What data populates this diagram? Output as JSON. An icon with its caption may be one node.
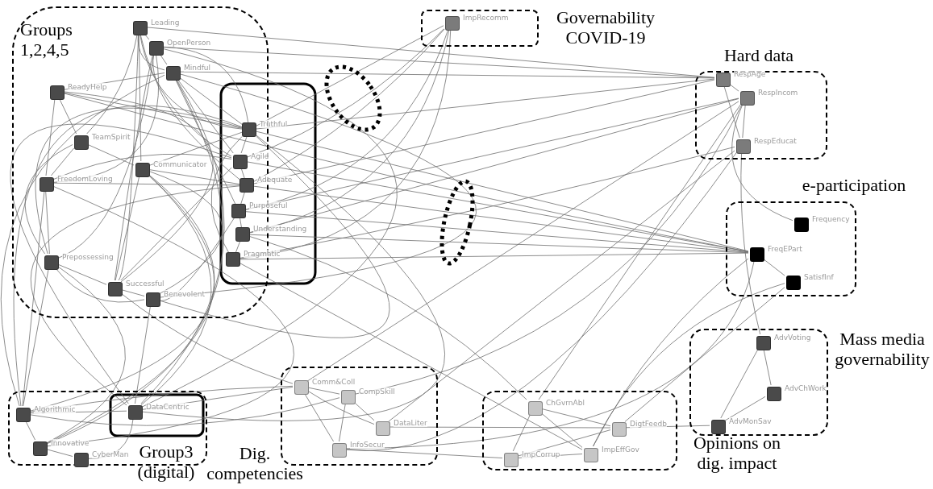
{
  "diagram": {
    "nodes": [
      {
        "text": [
          "Groups 1,2,4,5"
        ]
      },
      {
        "text": [
          "Leading"
        ],
        "in": 0
      },
      {
        "text": [
          "OpenPerson"
        ],
        "in": 0
      },
      {
        "text": [
          "Mindful"
        ],
        "in": 0
      },
      {
        "text": [
          "ReadyHelp"
        ],
        "in": 0
      },
      {
        "text": [
          "TeamSpirit"
        ],
        "in": 0
      },
      {
        "text": [
          "Communicator"
        ],
        "in": 0
      },
      {
        "text": [
          "FreedomLoving"
        ],
        "in": 0
      },
      {
        "text": [
          "Prepossessing"
        ],
        "in": 0
      },
      {
        "text": [
          "Successful"
        ],
        "in": 0
      },
      {
        "text": [
          "Benevolent"
        ],
        "in": 0
      },
      {
        "text": [
          "Truthful"
        ]
      },
      {
        "text": [
          "Agile"
        ],
        "in": 0
      },
      {
        "text": [
          "Adequate"
        ]
      },
      {
        "text": [
          "Purposeful"
        ]
      },
      {
        "text": [
          "Understanding"
        ]
      },
      {
        "text": [
          "Pragmatic"
        ]
      },
      {
        "text": [
          "Governability COVID-19"
        ]
      },
      {
        "text": [
          "ImpRecomm"
        ],
        "in": 17
      },
      {
        "text": [
          "Hard data"
        ]
      },
      {
        "text": [
          "RespAge"
        ],
        "in": 19
      },
      {
        "text": [
          "RespIncom"
        ],
        "in": 19
      },
      {
        "text": [
          "RespEducat"
        ],
        "in": 19
      },
      {
        "text": [
          "e-participation"
        ]
      },
      {
        "text": [
          "Frequency"
        ],
        "in": 23
      },
      {
        "text": [
          "FreqEPart"
        ],
        "in": 23
      },
      {
        "text": [
          "SatisfInf"
        ],
        "in": 23
      },
      {
        "text": [
          "Mass media governability"
        ]
      },
      {
        "text": [
          "AdvVoting"
        ],
        "in": 27
      },
      {
        "text": [
          "AdvChWork"
        ],
        "in": 27
      },
      {
        "text": [
          "AdvMonSav"
        ],
        "in": 27
      },
      {
        "text": [
          "Group3 (digital)"
        ]
      },
      {
        "text": [
          "Algorithmic"
        ],
        "in": 31
      },
      {
        "text": [
          "Innovative"
        ],
        "in": 31
      },
      {
        "text": [
          "CyberMan"
        ],
        "in": 31
      },
      {
        "text": [
          "DataCentric"
        ],
        "in": 31
      },
      {
        "text": [
          "Dig. competencies"
        ]
      },
      {
        "text": [
          "Comm&Coll"
        ],
        "in": 36
      },
      {
        "text": [
          "CompSkill"
        ],
        "in": 36
      },
      {
        "text": [
          "DataLiter"
        ],
        "in": 36
      },
      {
        "text": [
          "InfoSecur"
        ],
        "in": 36
      },
      {
        "text": [
          "Opinions on dig. impact"
        ]
      },
      {
        "text": [
          "ChGvrnAbl"
        ],
        "in": 41
      },
      {
        "text": [
          "DigtFeedb"
        ],
        "in": 41
      },
      {
        "text": [
          "ImpCorrup"
        ],
        "in": 41
      },
      {
        "text": [
          "ImpEffGov"
        ],
        "in": 41
      }
    ],
    "edges": [
      {
        "from": 1,
        "to": 2,
        "arrow": "none"
      },
      {
        "from": 1,
        "to": 3,
        "arrow": "none"
      },
      {
        "from": 1,
        "to": 5,
        "arrow": "none"
      },
      {
        "from": 1,
        "to": 6,
        "arrow": "none"
      },
      {
        "from": 1,
        "to": 9,
        "arrow": "none"
      },
      {
        "from": 1,
        "to": 11,
        "arrow": "none"
      },
      {
        "from": 1,
        "to": 12,
        "arrow": "none"
      },
      {
        "from": 2,
        "to": 3,
        "arrow": "none"
      },
      {
        "from": 2,
        "to": 7,
        "arrow": "none"
      },
      {
        "from": 2,
        "to": 8,
        "arrow": "none"
      },
      {
        "from": 2,
        "to": 11,
        "arrow": "none"
      },
      {
        "from": 2,
        "to": 13,
        "arrow": "none"
      },
      {
        "from": 3,
        "to": 4,
        "arrow": "none"
      },
      {
        "from": 3,
        "to": 11,
        "arrow": "none"
      },
      {
        "from": 3,
        "to": 12,
        "arrow": "none"
      },
      {
        "from": 3,
        "to": 14,
        "arrow": "none"
      },
      {
        "from": 4,
        "to": 5,
        "arrow": "none"
      },
      {
        "from": 4,
        "to": 7,
        "arrow": "none"
      },
      {
        "from": 4,
        "to": 11,
        "arrow": "none"
      },
      {
        "from": 5,
        "to": 7,
        "arrow": "none"
      },
      {
        "from": 5,
        "to": 6,
        "arrow": "none"
      },
      {
        "from": 5,
        "to": 8,
        "arrow": "none"
      },
      {
        "from": 6,
        "to": 11,
        "arrow": "none"
      },
      {
        "from": 6,
        "to": 13,
        "arrow": "none"
      },
      {
        "from": 6,
        "to": 9,
        "arrow": "none"
      },
      {
        "from": 7,
        "to": 12,
        "arrow": "none"
      },
      {
        "from": 7,
        "to": 13,
        "arrow": "none"
      },
      {
        "from": 7,
        "to": 8,
        "arrow": "none"
      },
      {
        "from": 8,
        "to": 9,
        "arrow": "none"
      },
      {
        "from": 8,
        "to": 10,
        "arrow": "none"
      },
      {
        "from": 8,
        "to": 11,
        "arrow": "none"
      },
      {
        "from": 9,
        "to": 10,
        "arrow": "none"
      },
      {
        "from": 9,
        "to": 12,
        "arrow": "none"
      },
      {
        "from": 10,
        "to": 11,
        "arrow": "none"
      },
      {
        "from": 10,
        "to": 14,
        "arrow": "none"
      },
      {
        "from": 11,
        "to": 12,
        "arrow": "none"
      },
      {
        "from": 12,
        "to": 13,
        "arrow": "none"
      },
      {
        "from": 13,
        "to": 14,
        "arrow": "none"
      },
      {
        "from": 14,
        "to": 15,
        "arrow": "none"
      },
      {
        "from": 15,
        "to": 16,
        "arrow": "none"
      },
      {
        "from": 11,
        "to": 16,
        "arrow": "none"
      },
      {
        "from": 4,
        "to": 9,
        "arrow": "none"
      },
      {
        "from": 3,
        "to": 10,
        "arrow": "none"
      },
      {
        "from": 6,
        "to": 10,
        "arrow": "none"
      },
      {
        "from": 2,
        "to": 9,
        "arrow": "none"
      },
      {
        "from": 11,
        "to": 18,
        "arrow": "none"
      },
      {
        "from": 12,
        "to": 18,
        "arrow": "none"
      },
      {
        "from": 13,
        "to": 18,
        "arrow": "none"
      },
      {
        "from": 14,
        "to": 18,
        "arrow": "none"
      },
      {
        "from": 15,
        "to": 18,
        "arrow": "none"
      },
      {
        "from": 16,
        "to": 18,
        "arrow": "none"
      },
      {
        "from": 1,
        "to": 20,
        "arrow": "none"
      },
      {
        "from": 2,
        "to": 20,
        "arrow": "none"
      },
      {
        "from": 3,
        "to": 20,
        "arrow": "none"
      },
      {
        "from": 11,
        "to": 20,
        "arrow": "none"
      },
      {
        "from": 13,
        "to": 20,
        "arrow": "none"
      },
      {
        "from": 14,
        "to": 21,
        "arrow": "none"
      },
      {
        "from": 15,
        "to": 21,
        "arrow": "none"
      },
      {
        "from": 37,
        "to": 21,
        "arrow": "none"
      },
      {
        "from": 38,
        "to": 21,
        "arrow": "none"
      },
      {
        "from": 16,
        "to": 22,
        "arrow": "none"
      },
      {
        "from": 39,
        "to": 22,
        "arrow": "none"
      },
      {
        "from": 40,
        "to": 22,
        "arrow": "none"
      },
      {
        "from": 20,
        "to": 21,
        "arrow": "none"
      },
      {
        "from": 20,
        "to": 22,
        "arrow": "none"
      },
      {
        "from": 21,
        "to": 22,
        "arrow": "none"
      },
      {
        "from": 21,
        "to": 24,
        "arrow": "none"
      },
      {
        "from": 4,
        "to": 25,
        "arrow": "none"
      },
      {
        "from": 11,
        "to": 25,
        "arrow": "none"
      },
      {
        "from": 12,
        "to": 25,
        "arrow": "none"
      },
      {
        "from": 13,
        "to": 25,
        "arrow": "none"
      },
      {
        "from": 14,
        "to": 25,
        "arrow": "none"
      },
      {
        "from": 15,
        "to": 25,
        "arrow": "none"
      },
      {
        "from": 16,
        "to": 25,
        "arrow": "none"
      },
      {
        "from": 25,
        "to": 26,
        "arrow": "none"
      },
      {
        "from": 25,
        "to": 40,
        "arrow": "none"
      },
      {
        "from": 26,
        "to": 43,
        "arrow": "none"
      },
      {
        "from": 26,
        "to": 45,
        "arrow": "none"
      },
      {
        "from": 28,
        "to": 29,
        "arrow": "none"
      },
      {
        "from": 28,
        "to": 30,
        "arrow": "none"
      },
      {
        "from": 29,
        "to": 30,
        "arrow": "none"
      },
      {
        "from": 30,
        "to": 43,
        "arrow": "none"
      },
      {
        "from": 28,
        "to": 22,
        "arrow": "none"
      },
      {
        "from": 42,
        "to": 43,
        "arrow": "none"
      },
      {
        "from": 42,
        "to": 44,
        "arrow": "none"
      },
      {
        "from": 42,
        "to": 45,
        "arrow": "none"
      },
      {
        "from": 43,
        "to": 44,
        "arrow": "none"
      },
      {
        "from": 44,
        "to": 45,
        "arrow": "none"
      },
      {
        "from": 42,
        "to": 15,
        "arrow": "none"
      },
      {
        "from": 42,
        "to": 21,
        "arrow": "none"
      },
      {
        "from": 45,
        "to": 25,
        "arrow": "none"
      },
      {
        "from": 37,
        "to": 38,
        "arrow": "none"
      },
      {
        "from": 37,
        "to": 40,
        "arrow": "none"
      },
      {
        "from": 38,
        "to": 39,
        "arrow": "none"
      },
      {
        "from": 38,
        "to": 40,
        "arrow": "none"
      },
      {
        "from": 37,
        "to": 39,
        "arrow": "none"
      },
      {
        "from": 37,
        "to": 35,
        "arrow": "none"
      },
      {
        "from": 37,
        "to": 32,
        "arrow": "none"
      },
      {
        "from": 38,
        "to": 32,
        "arrow": "none"
      },
      {
        "from": 39,
        "to": 43,
        "arrow": "none"
      },
      {
        "from": 40,
        "to": 44,
        "arrow": "none"
      },
      {
        "from": 32,
        "to": 33,
        "arrow": "none"
      },
      {
        "from": 33,
        "to": 34,
        "arrow": "none"
      },
      {
        "from": 32,
        "to": 35,
        "arrow": "none"
      },
      {
        "from": 34,
        "to": 35,
        "arrow": "none"
      },
      {
        "from": 32,
        "to": 3,
        "arrow": "none"
      },
      {
        "from": 32,
        "to": 6,
        "arrow": "none"
      },
      {
        "from": 32,
        "to": 11,
        "arrow": "none"
      },
      {
        "from": 33,
        "to": 3,
        "arrow": "none"
      },
      {
        "from": 33,
        "to": 6,
        "arrow": "none"
      },
      {
        "from": 35,
        "to": 2,
        "arrow": "none"
      },
      {
        "from": 35,
        "to": 3,
        "arrow": "none"
      },
      {
        "from": 35,
        "to": 11,
        "arrow": "none"
      },
      {
        "from": 35,
        "to": 12,
        "arrow": "none"
      },
      {
        "from": 35,
        "to": 13,
        "arrow": "none"
      },
      {
        "from": 35,
        "to": 6,
        "arrow": "none"
      },
      {
        "from": 7,
        "to": 32,
        "arrow": "none"
      },
      {
        "from": 8,
        "to": 32,
        "arrow": "none"
      },
      {
        "from": 7,
        "to": 33,
        "arrow": "none"
      },
      {
        "from": 8,
        "to": 33,
        "arrow": "none"
      },
      {
        "from": 9,
        "to": 37,
        "arrow": "none"
      },
      {
        "from": 10,
        "to": 35,
        "arrow": "none"
      },
      {
        "from": 16,
        "to": 45,
        "arrow": "none"
      }
    ]
  }
}
